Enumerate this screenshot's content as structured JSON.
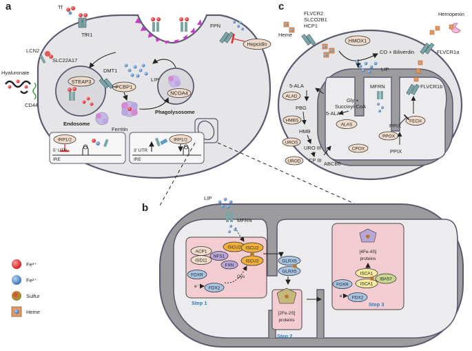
{
  "panels": {
    "a": "a",
    "b": "b",
    "c": "c"
  },
  "panel_a": {
    "tf": "Tf",
    "tfr1": "TfR1",
    "lcn2": "LCN2",
    "slc22a17": "SLC22A17",
    "hyaluronate": "Hyaluronate",
    "cd44": "CD44",
    "fpn": "FPN",
    "hepcidin": "Hepcidin",
    "steap3": "STEAP3",
    "dmt1": "DMT1",
    "lip": "LIP",
    "pcbp1": "PCBP1",
    "ncoa4": "NCOA4",
    "endosome": "Endosome",
    "ferritin": "Ferritin",
    "phagolysosome": "Phagolysosome",
    "irp_left": "IRP1/2",
    "utr5": "5' UTR",
    "ire_left": "IRE",
    "irp_right": "IRP1/2",
    "utr3": "3' UTR",
    "ire_right": "IRE"
  },
  "panel_b": {
    "lip": "LIP",
    "mfrn": "MFRN",
    "acp1": "ACP1",
    "isd11": "ISD11",
    "nfs1": "NFS1",
    "fxn": "FXN",
    "iscu2_a": "ISCU2",
    "iscu2_b": "ISCU2",
    "iscu2_c": "ISCU2",
    "fdxr": "FDXR",
    "electron": "e⁻",
    "fdx2": "FDX2",
    "cys": "Cys",
    "step1": "Step 1",
    "glrx5_a": "GLRX5",
    "glrx5_b": "GLRX5",
    "fe2s2": "[2Fe-2S]",
    "proteins2": "proteins",
    "step2": "Step 2",
    "fe4s4": "[4Fe-4S]",
    "proteins3": "proteins",
    "isca1_a": "ISCA1",
    "isca1_b": "ISCA1",
    "iba57": "IBA57",
    "fdxr2": "FDXR",
    "electron2": "e⁻",
    "fdx2b": "FDX2",
    "step3": "Step 3"
  },
  "panel_c": {
    "flvcr2": "FLVCR2",
    "slco2b1": "SLCO2B1",
    "hcp1": "HCP1",
    "heme": "Heme",
    "hmox1": "HMOX1",
    "co_biliverdin": "CO + Biliverdin",
    "lip": "LIP",
    "hemopexin": "Hemopexin",
    "flvcr1a": "FLVCR1a",
    "flvcr1b": "FLVCR1b",
    "mfrn": "MFRN",
    "ala_outer": "5-ALA",
    "alad": "ALAD",
    "ala_inner": "5-ALA",
    "gly": "Gly +",
    "succinyl": "Succinyl-CoA",
    "alas": "ALAS",
    "pbg": "PBG",
    "hmbs": "HMBS",
    "hmb": "HMB",
    "uros": "UROS",
    "uro3": "URO III",
    "urod": "UROD",
    "cp3": "CP III",
    "abcb6": "ABCB6",
    "cpox": "CPOX",
    "ppox": "PPOX",
    "ppix_a": "PPIX",
    "ppix_b": "PPIX",
    "fech": "FECH"
  },
  "legend": {
    "fe3": "Fe³⁺",
    "fe2": "Fe²⁺",
    "sulfur": "Sulfur",
    "heme": "Heme"
  },
  "colors": {
    "cell_fill": "#e6e6e8",
    "cell_stroke": "#5a5a6e",
    "enzyme_fill": "#f1dccb",
    "step_box": "#f3cdd2",
    "iscu_fill": "#f2b13b",
    "fe3": "#e03030",
    "fe2": "#4a80c0",
    "sulfur": "#c47a22",
    "heme": "#e39a60",
    "mito_fill": "#9c9c9e",
    "protein_purple": "#b9a6d8"
  }
}
